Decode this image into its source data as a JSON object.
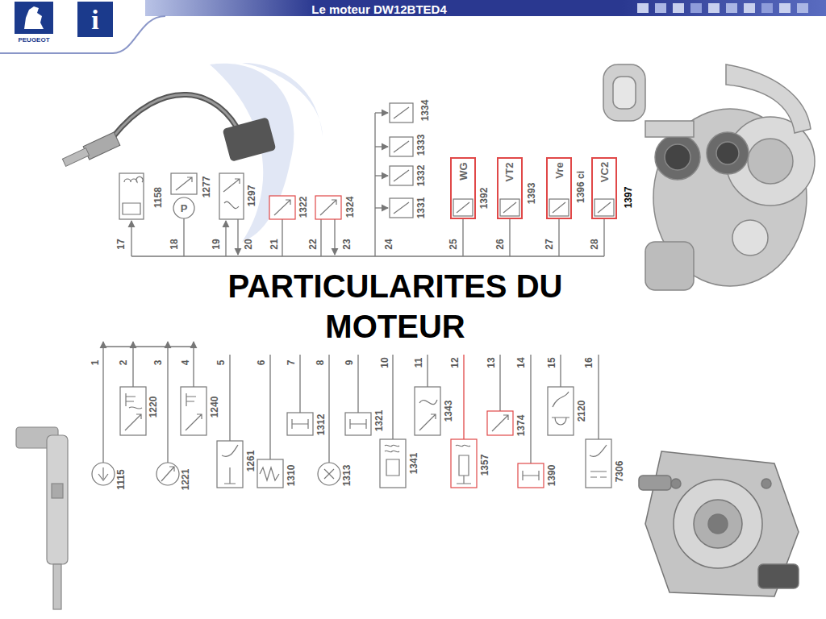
{
  "diagram": {
    "title": "PARTICULARITES DU MOTEUR",
    "nodes": [
      {
        "text": [
          "WG"
        ]
      },
      {
        "text": [
          "VT2"
        ]
      },
      {
        "text": [
          "Vre"
        ]
      },
      {
        "text": [
          "VC2"
        ]
      }
    ],
    "labels": [
      "Le moteur DW12BTED4",
      "PEUGEOT",
      "i",
      "P",
      "17",
      "18",
      "19",
      "20",
      "21",
      "22",
      "23",
      "24",
      "25",
      "26",
      "27",
      "28",
      "1158",
      "1277",
      "1297",
      "1322",
      "1324",
      "1331",
      "1332",
      "1333",
      "1334",
      "1392",
      "1393",
      "1396 ci",
      "1397",
      "1",
      "2",
      "3",
      "4",
      "5",
      "6",
      "7",
      "8",
      "9",
      "10",
      "11",
      "12",
      "13",
      "14",
      "15",
      "16",
      "1220",
      "1240",
      "1261",
      "1312",
      "1321",
      "1343",
      "1374",
      "2120",
      "1115",
      "1221",
      "1310",
      "1313",
      "1341",
      "1357",
      "1390",
      "7306"
    ]
  }
}
